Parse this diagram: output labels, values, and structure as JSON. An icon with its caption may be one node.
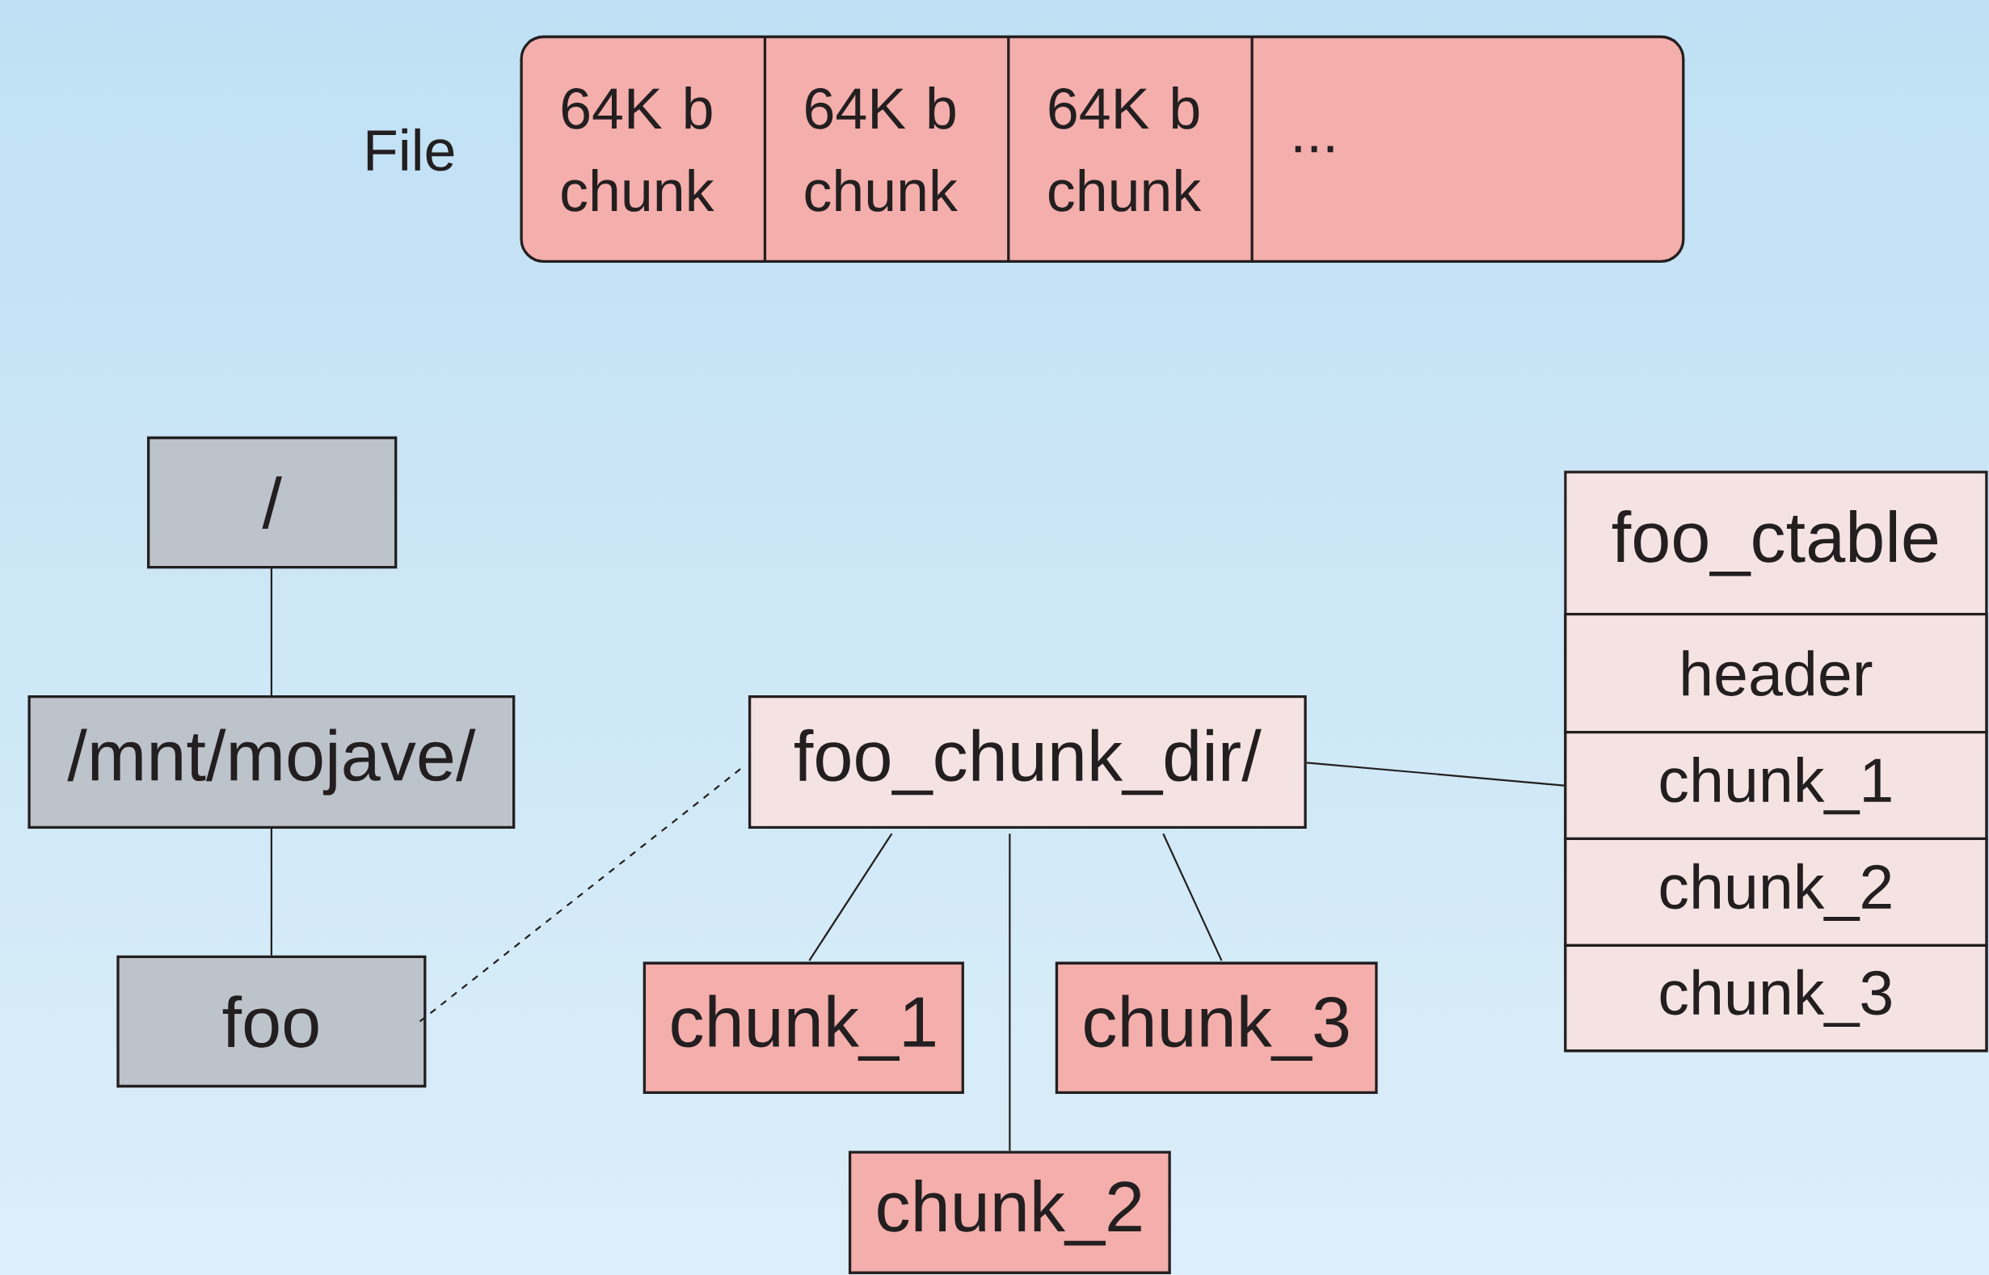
{
  "diagram": {
    "nodes": [
      {
        "text": [
          "File"
        ]
      },
      {
        "text": [
          "64K b chunk"
        ],
        "in": 0
      },
      {
        "text": [
          "64K b chunk"
        ],
        "in": 0
      },
      {
        "text": [
          "64K b chunk"
        ],
        "in": 0
      },
      {
        "text": [
          "..."
        ],
        "in": 0
      },
      {
        "text": [
          "/"
        ]
      },
      {
        "text": [
          "/mnt/mojave/"
        ]
      },
      {
        "text": [
          "foo"
        ]
      },
      {
        "text": [
          "foo_chunk_dir/"
        ]
      },
      {
        "text": [
          "chunk_1"
        ]
      },
      {
        "text": [
          "chunk_3"
        ]
      },
      {
        "text": [
          "chunk_2"
        ]
      },
      {
        "text": [
          "foo_ctable"
        ]
      },
      {
        "text": [
          "header"
        ],
        "in": 12
      },
      {
        "text": [
          "chunk_1"
        ],
        "in": 12
      },
      {
        "text": [
          "chunk_2"
        ],
        "in": 12
      },
      {
        "text": [
          "chunk_3"
        ],
        "in": 12
      }
    ],
    "edges": [
      {
        "from": 5,
        "to": 6,
        "arrow": "none"
      },
      {
        "from": 6,
        "to": 7,
        "arrow": "none"
      },
      {
        "from": 7,
        "to": 8,
        "arrow": "none",
        "style": "dashed"
      },
      {
        "from": 8,
        "to": 9,
        "arrow": "none"
      },
      {
        "from": 8,
        "to": 11,
        "arrow": "none"
      },
      {
        "from": 8,
        "to": 10,
        "arrow": "none"
      },
      {
        "from": 8,
        "to": 12,
        "arrow": "none"
      }
    ]
  }
}
